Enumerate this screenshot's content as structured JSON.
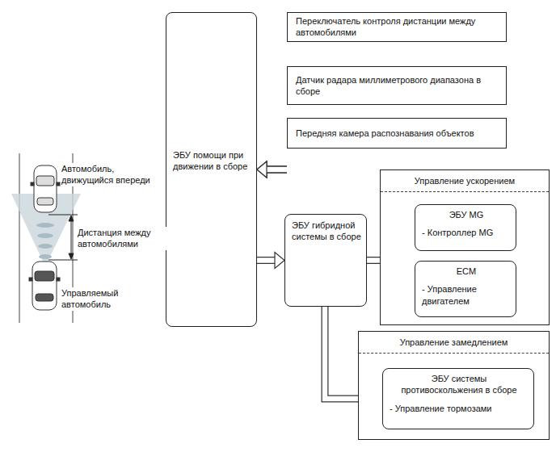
{
  "diagram": {
    "nodes": [
      {
        "text": [
          "ЭБУ помощи при движении в сборе"
        ]
      },
      {
        "text": [
          "Переключатель контроля дистанции между автомобилями"
        ]
      },
      {
        "text": [
          "Датчик радара миллиметрового диапазона в сборе"
        ]
      },
      {
        "text": [
          "Передняя камера распознавания объектов"
        ]
      },
      {
        "text": [
          "ЭБУ гибридной системы в сборе"
        ]
      },
      {
        "text": [
          "Управление ускорением"
        ]
      },
      {
        "text": [
          "ЭБУ MG",
          "- Контроллер MG"
        ],
        "in": 5
      },
      {
        "text": [
          "ECM",
          "- Управление двигателем"
        ],
        "in": 5
      },
      {
        "text": [
          "Управление замедлением"
        ]
      },
      {
        "text": [
          "ЭБУ системы противоскольжения в сборе",
          "- Управление тормозами"
        ],
        "in": 8
      }
    ],
    "edges": [
      {
        "from": 1,
        "to": 0,
        "arrow": "to"
      },
      {
        "from": 2,
        "to": 0,
        "arrow": "to"
      },
      {
        "from": 3,
        "to": 0,
        "arrow": "to"
      },
      {
        "from": 0,
        "to": 4,
        "arrow": "to"
      },
      {
        "from": 4,
        "to": 6,
        "arrow": "to"
      },
      {
        "from": 4,
        "to": 7,
        "arrow": "to"
      },
      {
        "from": 4,
        "to": 9,
        "arrow": "to"
      }
    ],
    "labels": [
      "Автомобиль, движущийся впереди",
      "Дистанция между автомобилями",
      "Управляемый автомобиль"
    ]
  }
}
